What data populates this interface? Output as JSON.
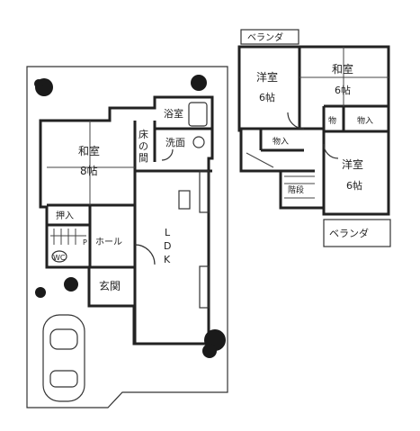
{
  "floor1": {
    "washitsu": "和室",
    "washitsu_size": "8帖",
    "yokushitsu": "浴室",
    "toko_line1": "床",
    "toko_line2": "の",
    "toko_line3": "間",
    "senmen": "洗面",
    "oshiire": "押入",
    "hall": "ホール",
    "hall_marker": "P",
    "wc": "WC",
    "ldk_1": "L",
    "ldk_2": "D",
    "ldk_3": "K",
    "genkan": "玄関"
  },
  "floor2": {
    "veranda_top": "ベランダ",
    "yoshitsu_a": "洋室",
    "yoshitsu_a_size": "6帖",
    "washitsu": "和室",
    "washitsu_size": "6帖",
    "mono_left": "物入",
    "mono_small": "物",
    "mono_right": "物入",
    "yoshitsu_b": "洋室",
    "yoshitsu_b_size": "6帖",
    "kaidan": "階段",
    "veranda_bottom": "ベランダ"
  }
}
